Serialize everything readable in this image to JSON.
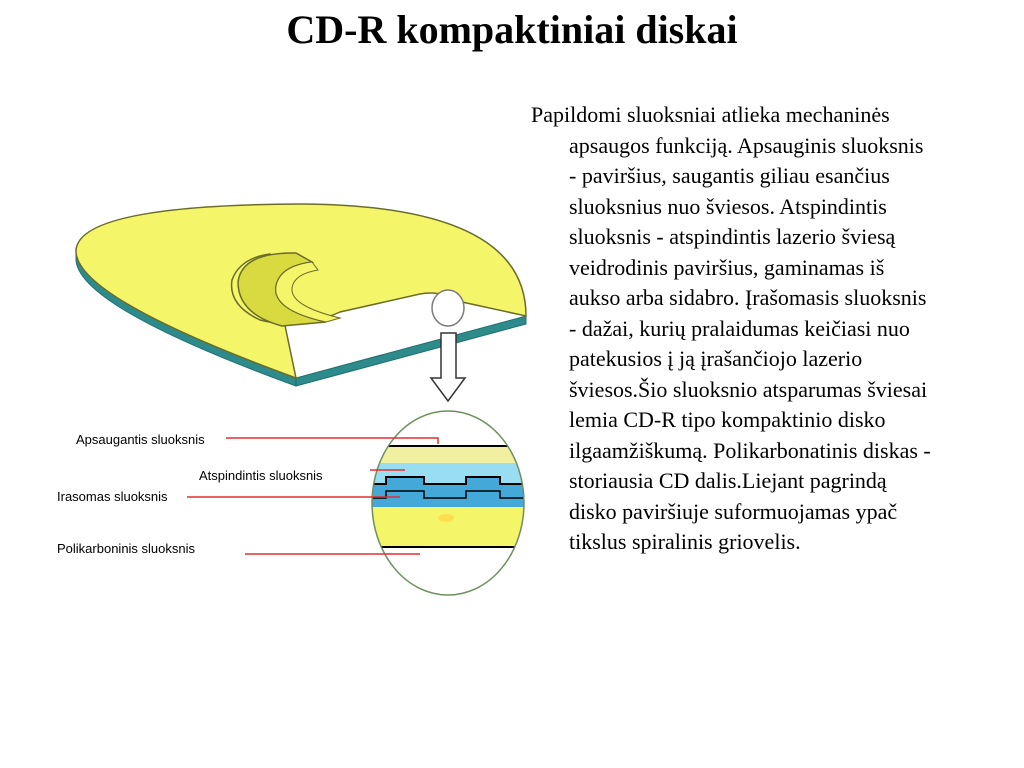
{
  "title": "CD-R kompaktiniai diskai",
  "paragraph": "Papildomi sluoksniai atlieka mechaninės apsaugos funkciją. Apsauginis sluoksnis - paviršius, saugantis giliau esančius sluoksnius nuo šviesos. Atspindintis sluoksnis - atspindintis lazerio šviesą veidrodinis paviršius, gaminamas iš aukso arba sidabro. Įrašomasis sluoksnis - dažai, kurių pralaidumas keičiasi nuo patekusios į ją įrašančiojo lazerio šviesos.Šio sluoksnio atsparumas šviesai lemia CD-R tipo kompaktinio disko ilgaamžiškumą. Polikarbonatinis diskas - storiausia CD dalis.Liejant pagrindą disko paviršiuje suformuojamas ypač tikslus spiralinis griovelis.",
  "diagram": {
    "labels": {
      "protective": "Apsaugantis sluoksnis",
      "reflective": "Atspindintis sluoksnis",
      "recording": "Irasomas sluoksnis",
      "polycarbonate": "Polikarboninis sluoksnis"
    }
  },
  "colors": {
    "disc_yellow": "#F5F56A",
    "disc_edge": "#2E8B8B",
    "pointer_red": "#E03030",
    "reflective_blue": "#99DDF2",
    "recording_blue": "#44A8D8",
    "protective_yellow": "#F0F0A0"
  }
}
